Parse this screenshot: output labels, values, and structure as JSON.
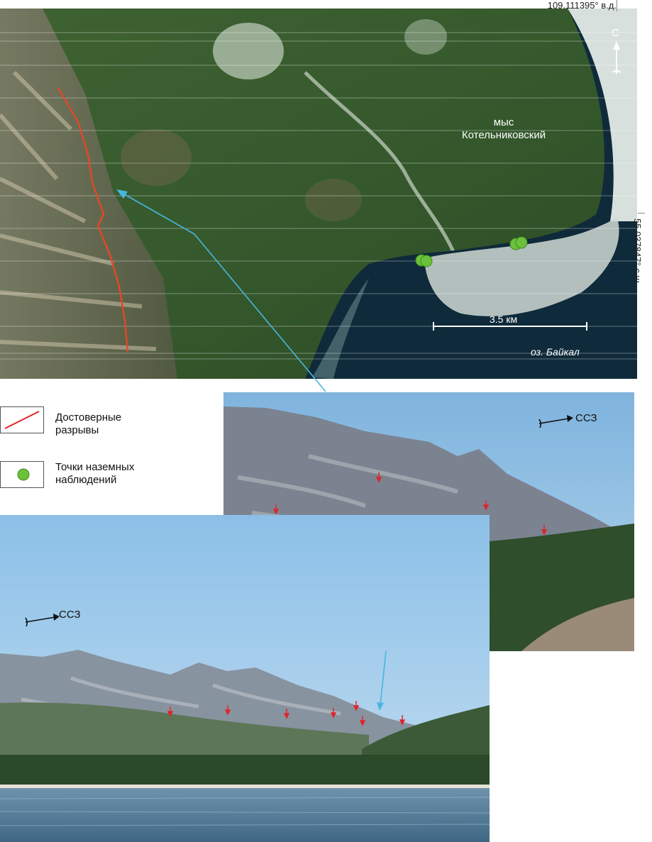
{
  "map": {
    "coord_lon": "109.111395° в.д.",
    "coord_lat": "55.037847° с.ш.",
    "north_label": "С",
    "cape_label_line1": "мыс",
    "cape_label_line2": "Котельниковский",
    "scale_label": "3.5 км",
    "lake_label": "оз. Байкал",
    "fault_color": "#e0492a",
    "point_color": "#6cc13a",
    "pointer_color": "#48b6e0",
    "water_color": "#0f2a3a"
  },
  "legend": {
    "fault_line1": "Достоверные",
    "fault_line2": "разрывы",
    "points_line1": "Точки наземных",
    "points_line2": "наблюдений"
  },
  "photos": {
    "photo1_direction": "ССЗ",
    "photo2_direction": "ССЗ",
    "arrow_color": "#e0242a"
  }
}
